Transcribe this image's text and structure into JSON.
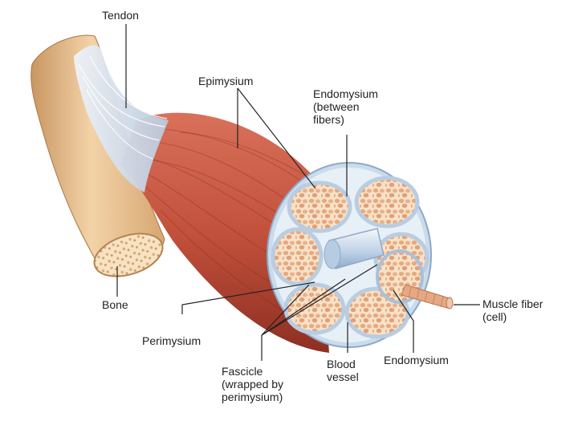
{
  "labels": {
    "tendon": "Tendon",
    "epimysium": "Epimysium",
    "endomysium_top": "Endomysium\n(between\nfibers)",
    "bone": "Bone",
    "perimysium": "Perimysium",
    "fascicle": "Fascicle\n(wrapped by\nperimysium)",
    "blood_vessel": "Blood\nvessel",
    "endomysium_bottom": "Endomysium",
    "muscle_fiber": "Muscle fiber\n(cell)"
  },
  "colors": {
    "muscle": "#c2513c",
    "muscle_dark": "#8e2f22",
    "bone": "#e9c293",
    "bone_cut": "#f5dcb8",
    "tendon": "#d8e2ee",
    "fiber_cell": "#e5a882",
    "membrane": "#c4d6ea"
  }
}
